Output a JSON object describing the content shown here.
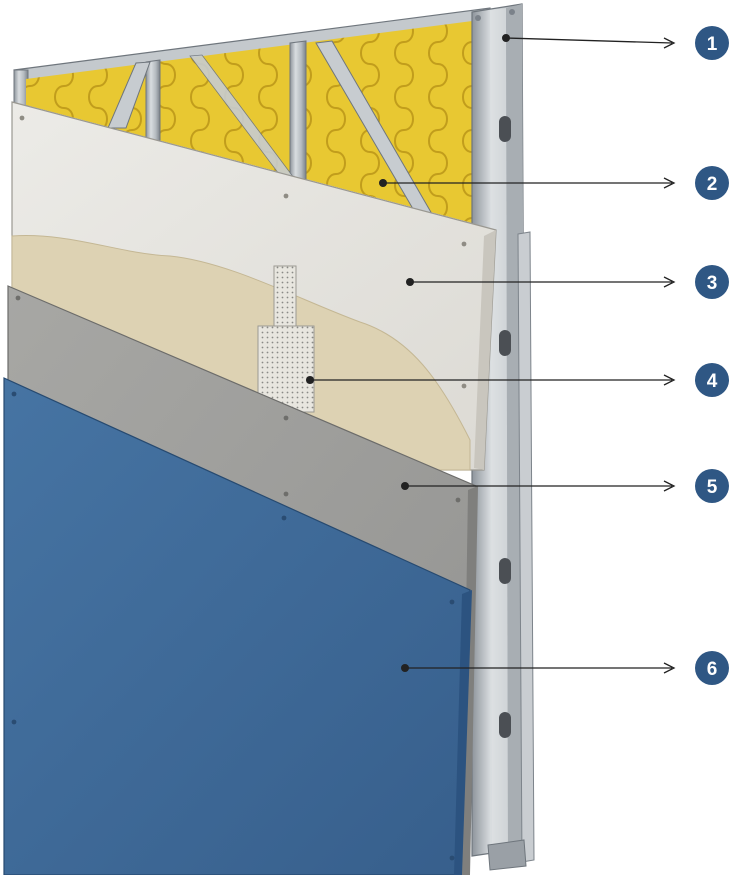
{
  "colors": {
    "frame": "#b9bec3",
    "frame_dark": "#7d848b",
    "insulation": "#e8c832",
    "insulation_line": "#b08a12",
    "board_white": "#e4e2dd",
    "board_filler": "#ddd2b3",
    "board_grey": "#9c9c9a",
    "board_blue": "#3e6c9c",
    "callout": "#2f5784",
    "leader": "#222222"
  },
  "callouts": [
    {
      "number": "1",
      "layer": "metal-frame"
    },
    {
      "number": "2",
      "layer": "insulation"
    },
    {
      "number": "3",
      "layer": "white-board"
    },
    {
      "number": "4",
      "layer": "mesh-tape"
    },
    {
      "number": "5",
      "layer": "grey-board"
    },
    {
      "number": "6",
      "layer": "blue-board"
    }
  ]
}
